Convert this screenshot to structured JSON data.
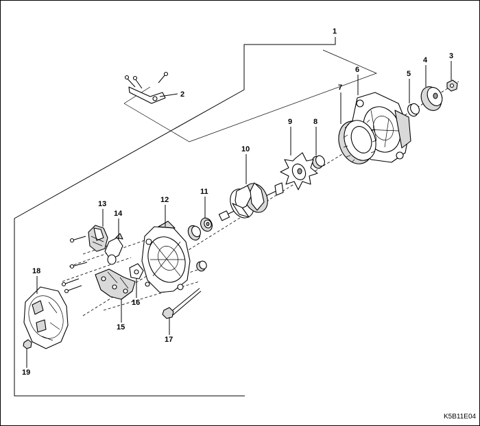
{
  "figure": {
    "code": "K5B11E04",
    "callouts": {
      "c1": "1",
      "c2": "2",
      "c3": "3",
      "c4": "4",
      "c5": "5",
      "c6": "6",
      "c7": "7",
      "c8": "8",
      "c9": "9",
      "c10": "10",
      "c11": "11",
      "c12": "12",
      "c13": "13",
      "c14": "14",
      "c15": "15",
      "c16": "16",
      "c17": "17",
      "c18": "18",
      "c19": "19"
    }
  }
}
